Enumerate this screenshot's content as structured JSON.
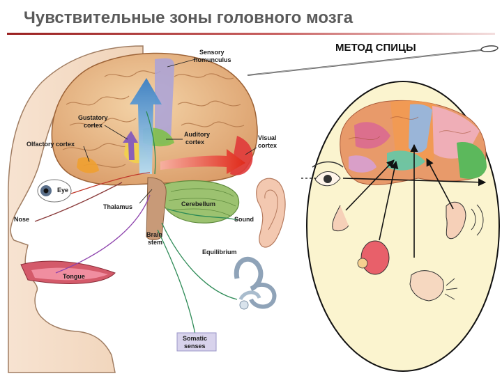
{
  "slide": {
    "title": "Чувствительные зоны головного мозга",
    "method": "МЕТОД СПИЦЫ"
  },
  "labels": {
    "sensory_1": "Sensory",
    "sensory_2": "homunculus",
    "gustatory_1": "Gustatory",
    "gustatory_2": "cortex",
    "olfactory": "Olfactory cortex",
    "auditory_1": "Auditory",
    "auditory_2": "cortex",
    "visual_1": "Visual",
    "visual_2": "cortex",
    "eye": "Eye",
    "nose": "Nose",
    "thalamus": "Thalamus",
    "cerebellum": "Cerebellum",
    "sound": "Sound",
    "brain_stem_1": "Brain",
    "brain_stem_2": "stem",
    "equilibrium": "Equilibrium",
    "tongue": "Tongue",
    "somatic_1": "Somatic",
    "somatic_2": "senses"
  },
  "colors": {
    "title_rule": "#9a2020",
    "brain_tan": "#e8b98a",
    "sensory_band": "#a9a2d9",
    "visual_red": "#e03a3a",
    "auditory_green": "#7fc04b",
    "gustatory_yellow": "#f2d14a",
    "oval_fill": "#fbf4cf"
  }
}
